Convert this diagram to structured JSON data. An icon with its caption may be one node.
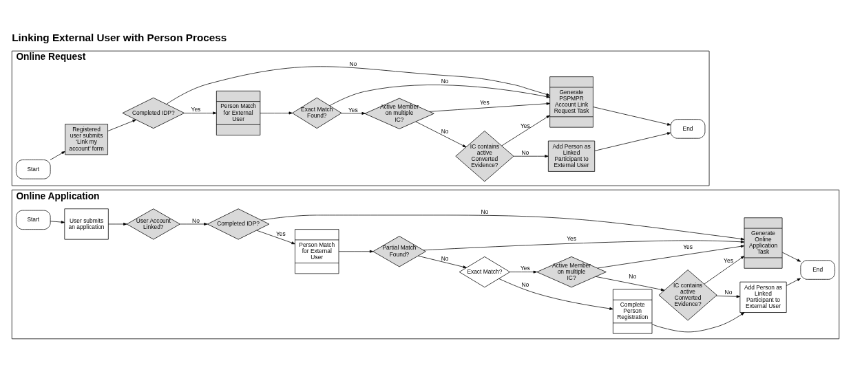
{
  "diagram": {
    "title": "Linking External User with Person Process",
    "nodes": [
      {
        "text": [
          "Online Application"
        ]
      },
      {
        "text": [
          "Start"
        ],
        "in": 0
      },
      {
        "text": [
          "User submits an application"
        ],
        "in": 0
      },
      {
        "text": [
          "User Account Linked?"
        ],
        "in": 0
      },
      {
        "text": [
          "Completed IDP?"
        ],
        "in": 0
      },
      {
        "text": [
          "Person Match for External User"
        ],
        "in": 0
      },
      {
        "text": [
          "Partial Match Found?"
        ],
        "in": 0
      },
      {
        "text": [
          "Exact Match?"
        ],
        "in": 0
      },
      {
        "text": [
          "Complete Person Registration"
        ],
        "in": 0
      },
      {
        "text": [
          "Active Member on multiple IC?"
        ],
        "in": 0
      },
      {
        "text": [
          "IC contains active Converted Evidence?"
        ],
        "in": 0
      },
      {
        "text": [
          "Add Person as Linked Participant to External User"
        ],
        "in": 0
      },
      {
        "text": [
          "End"
        ],
        "in": 0
      },
      {
        "text": [
          "Generate Online Application Task"
        ],
        "in": 0
      },
      {
        "text": [
          "Online Request"
        ]
      },
      {
        "text": [
          "Start"
        ],
        "in": 14
      },
      {
        "text": [
          "Registered user submits ‘Link my account’ form"
        ],
        "in": 14
      },
      {
        "text": [
          "Completed IDP?"
        ],
        "in": 14
      },
      {
        "text": [
          "Person Match for External User"
        ],
        "in": 14
      },
      {
        "text": [
          "Exact Match Found?"
        ],
        "in": 14
      },
      {
        "text": [
          "Active Member on multiple IC?"
        ],
        "in": 14
      },
      {
        "text": [
          "IC contains active Converted Evidence?"
        ],
        "in": 14
      },
      {
        "text": [
          "Add Person as Linked Participant to External User"
        ],
        "in": 14
      },
      {
        "text": [
          "End"
        ],
        "in": 14
      },
      {
        "text": [
          "Generate PSPMPR Account Link Request Task"
        ],
        "in": 14
      }
    ],
    "edges": [
      {
        "from": 1,
        "to": 2,
        "arrow": "to"
      },
      {
        "from": 2,
        "to": 3,
        "arrow": "to"
      },
      {
        "from": 3,
        "to": 4,
        "arrow": "to",
        "label": "No"
      },
      {
        "from": 4,
        "to": 5,
        "arrow": "to",
        "label": "Yes"
      },
      {
        "from": 4,
        "to": 13,
        "arrow": "to",
        "label": "No"
      },
      {
        "from": 5,
        "to": 6,
        "arrow": "to"
      },
      {
        "from": 6,
        "to": 7,
        "arrow": "to",
        "label": "No"
      },
      {
        "from": 6,
        "to": 13,
        "arrow": "to",
        "label": "Yes"
      },
      {
        "from": 7,
        "to": 8,
        "arrow": "to",
        "label": "No"
      },
      {
        "from": 7,
        "to": 9,
        "arrow": "to",
        "label": "Yes"
      },
      {
        "from": 8,
        "to": 11,
        "arrow": "to"
      },
      {
        "from": 9,
        "to": 10,
        "arrow": "to",
        "label": "No"
      },
      {
        "from": 9,
        "to": 13,
        "arrow": "to",
        "label": "Yes"
      },
      {
        "from": 10,
        "to": 11,
        "arrow": "to",
        "label": "No"
      },
      {
        "from": 10,
        "to": 13,
        "arrow": "to",
        "label": "Yes"
      },
      {
        "from": 11,
        "to": 12,
        "arrow": "to"
      },
      {
        "from": 13,
        "to": 12,
        "arrow": "to"
      },
      {
        "from": 15,
        "to": 16,
        "arrow": "to"
      },
      {
        "from": 16,
        "to": 17,
        "arrow": "to"
      },
      {
        "from": 17,
        "to": 18,
        "arrow": "to",
        "label": "Yes"
      },
      {
        "from": 17,
        "to": 24,
        "arrow": "to",
        "label": "No"
      },
      {
        "from": 18,
        "to": 19,
        "arrow": "to"
      },
      {
        "from": 19,
        "to": 20,
        "arrow": "to",
        "label": "Yes"
      },
      {
        "from": 19,
        "to": 24,
        "arrow": "to",
        "label": "No"
      },
      {
        "from": 20,
        "to": 21,
        "arrow": "to",
        "label": "No"
      },
      {
        "from": 20,
        "to": 24,
        "arrow": "to",
        "label": "Yes"
      },
      {
        "from": 21,
        "to": 22,
        "arrow": "to",
        "label": "No"
      },
      {
        "from": 21,
        "to": 24,
        "arrow": "to",
        "label": "Yes"
      },
      {
        "from": 22,
        "to": 23,
        "arrow": "to"
      },
      {
        "from": 24,
        "to": 23,
        "arrow": "to"
      }
    ]
  }
}
